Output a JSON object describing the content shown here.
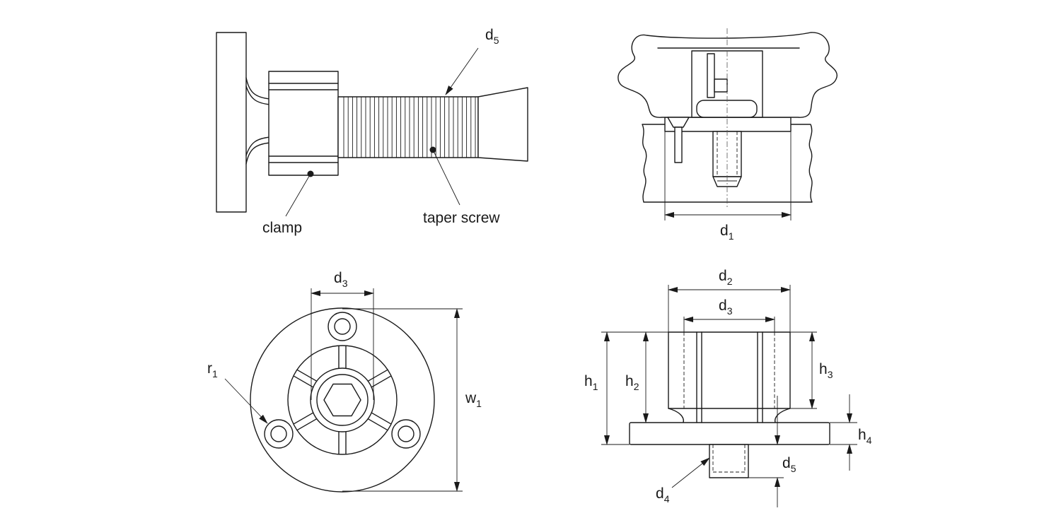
{
  "labels": {
    "d5_top": {
      "main": "d",
      "sub": "5"
    },
    "clamp": "clamp",
    "taper_screw": "taper screw",
    "d1": {
      "main": "d",
      "sub": "1"
    },
    "d3_left": {
      "main": "d",
      "sub": "3"
    },
    "r1": {
      "main": "r",
      "sub": "1"
    },
    "w1": {
      "main": "w",
      "sub": "1"
    },
    "d2": {
      "main": "d",
      "sub": "2"
    },
    "d3_right": {
      "main": "d",
      "sub": "3"
    },
    "h1": {
      "main": "h",
      "sub": "1"
    },
    "h2": {
      "main": "h",
      "sub": "2"
    },
    "h3": {
      "main": "h",
      "sub": "3"
    },
    "h4": {
      "main": "h",
      "sub": "4"
    },
    "d5_bottom": {
      "main": "d",
      "sub": "5"
    },
    "d4": {
      "main": "d",
      "sub": "4"
    }
  },
  "colors": {
    "line": "#1a1a1a",
    "background": "#ffffff"
  }
}
